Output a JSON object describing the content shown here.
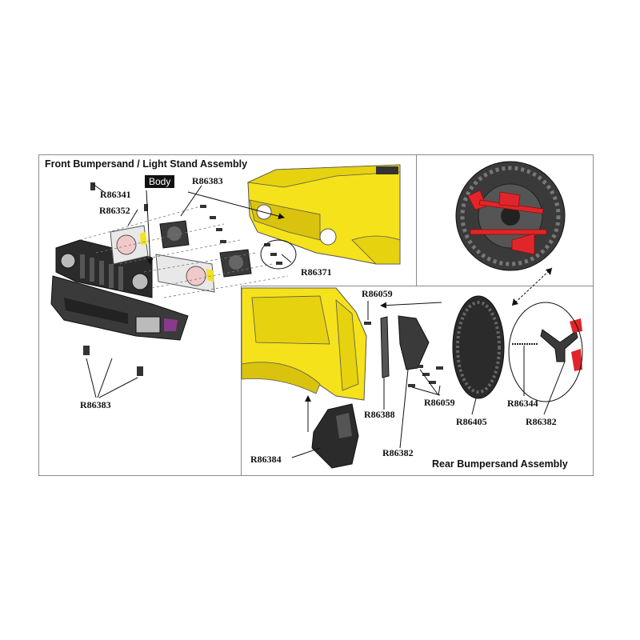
{
  "front_panel": {
    "title": "Front Bumpersand / Light Stand Assembly",
    "body_tag": "Body",
    "labels": {
      "screw_top": "R86341",
      "light_ring": "R86352",
      "light_stand": "R86383",
      "bolts_right": "R86371",
      "bottom_screws": "R86383"
    }
  },
  "rear_panel": {
    "title": "Rear Bumpersand Assembly",
    "labels": {
      "screw_top": "R86059",
      "bracket": "R86388",
      "side_bracket": "R86382",
      "bolts": "R86059",
      "tire": "R86405",
      "spring": "R86344",
      "mount": "R86382",
      "rear_bumper": "R86384"
    }
  },
  "colors": {
    "body_yellow": "#f5e21a",
    "body_shade": "#d9c30e",
    "tool_red": "#e0262a",
    "part_dark": "#2b2b2b",
    "outline": "#555555"
  }
}
